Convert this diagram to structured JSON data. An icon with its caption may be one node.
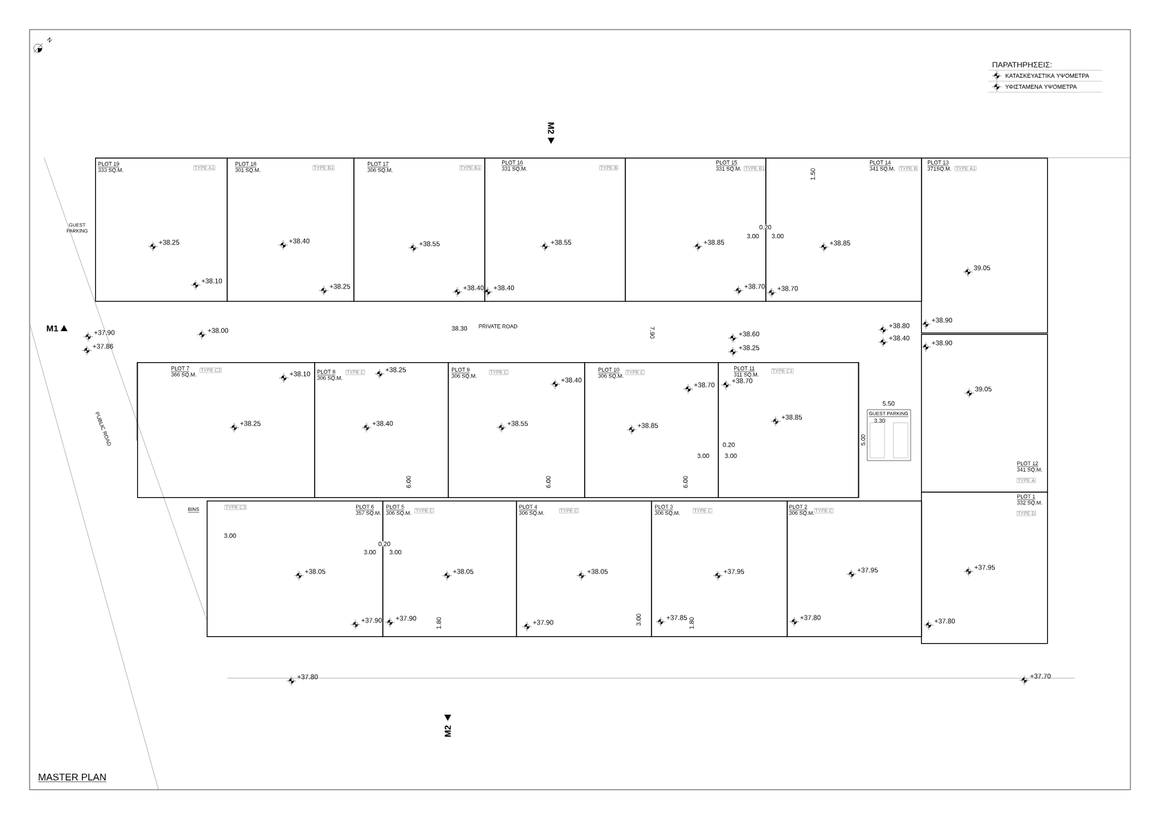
{
  "diagram": {
    "title": "MASTER PLAN",
    "nodes": [
      {
        "text": [
          "PLOT 19",
          "333 SQ.M.",
          "TYPE A1"
        ]
      },
      {
        "text": [
          "PLOT 18",
          "301 SQ.M.",
          "TYPE B1"
        ]
      },
      {
        "text": [
          "PLOT 17",
          "306 SQ.M.",
          "TYPE B1"
        ]
      },
      {
        "text": [
          "PLOT 16",
          "331 SQ.M.",
          "TYPE B"
        ]
      },
      {
        "text": [
          "PLOT 15",
          "331 SQ.M.",
          "TYPE B1"
        ]
      },
      {
        "text": [
          "PLOT 14",
          "341 SQ.M.",
          "TYPE B"
        ]
      },
      {
        "text": [
          "PLOT 13",
          "371SQ.M.",
          "TYPE A1"
        ]
      },
      {
        "text": [
          "PLOT 7",
          "366 SQ.M.",
          "TYPE C2"
        ]
      },
      {
        "text": [
          "PLOT 8",
          "306 SQ.M.",
          "TYPE C"
        ]
      },
      {
        "text": [
          "PLOT 9",
          "306 SQ.M.",
          "TYPE C"
        ]
      },
      {
        "text": [
          "PLOT 10",
          "306 SQ.M.",
          "TYPE C"
        ]
      },
      {
        "text": [
          "PLOT 11",
          "311 SQ.M.",
          "TYPE C1"
        ]
      },
      {
        "text": [
          "PLOT 12",
          "341 SQ.M.",
          "TYPE A"
        ]
      },
      {
        "text": [
          "PLOT 6",
          "357 SQ.M.",
          "TYPE C3"
        ]
      },
      {
        "text": [
          "PLOT 5",
          "306 SQ.M.",
          "TYPE C"
        ]
      },
      {
        "text": [
          "PLOT 4",
          "306 SQ.M.",
          "TYPE C"
        ]
      },
      {
        "text": [
          "PLOT 3",
          "306 SQ.M.",
          "TYPE C"
        ]
      },
      {
        "text": [
          "PLOT 2",
          "306 SQ.M.",
          "TYPE C"
        ]
      },
      {
        "text": [
          "PLOT 1",
          "332 SQ.M.",
          "TYPE D"
        ]
      }
    ],
    "labels": [
      "N",
      "ΠΑΡΑΤΗΡΗΣΕΙΣ:",
      "GUEST PARKING",
      "+38.25",
      "+38.10",
      "+38.40",
      "+38.25",
      "+38.55",
      "+38.40",
      "+38.40",
      "+38.55",
      "1.50",
      "0.20",
      "3.00",
      "3.00",
      "+38.85",
      "+38.85",
      "+38.70",
      "+38.70",
      "39.05",
      "M2",
      "M1",
      "+37.90",
      "+37.86",
      "+38.00",
      "38.30",
      "PRIVATE ROAD",
      "7.90",
      "+38.60",
      "+38.25",
      "+38.80",
      "+38.40",
      "+38.90",
      "+38.90",
      "PUBLIC ROAD",
      "+38.10",
      "+38.25",
      "+38.40",
      "+38.70",
      "+38.70",
      "+38.25",
      "+38.40",
      "+38.55",
      "+38.85",
      "+38.85",
      "0.20",
      "3.00",
      "3.00",
      "5.50",
      "GUEST PARKING",
      "3.30",
      "5.00",
      "39.05",
      "6.00",
      "6.00",
      "6.00",
      "BINS",
      "3.00",
      "0.20",
      "3.00",
      "3.00",
      "+38.05",
      "+38.05",
      "+38.05",
      "+37.95",
      "+37.95",
      "+37.95",
      "+37.90",
      "+37.90",
      "+37.90",
      "+37.85",
      "+37.80",
      "+37.80",
      "1.80",
      "3.00",
      "1.80",
      "+37.80",
      "+37.70",
      "M2"
    ],
    "legend": [
      {
        "text": "ΚΑΤΑΣΚΕΥΑΣΤΙΚΑ ΥΨΟΜΕΤΡΑ"
      },
      {
        "text": "ΥΦΙΣΤΑΜΕΝΑ ΥΨΟΜΕΤΡΑ"
      }
    ]
  }
}
